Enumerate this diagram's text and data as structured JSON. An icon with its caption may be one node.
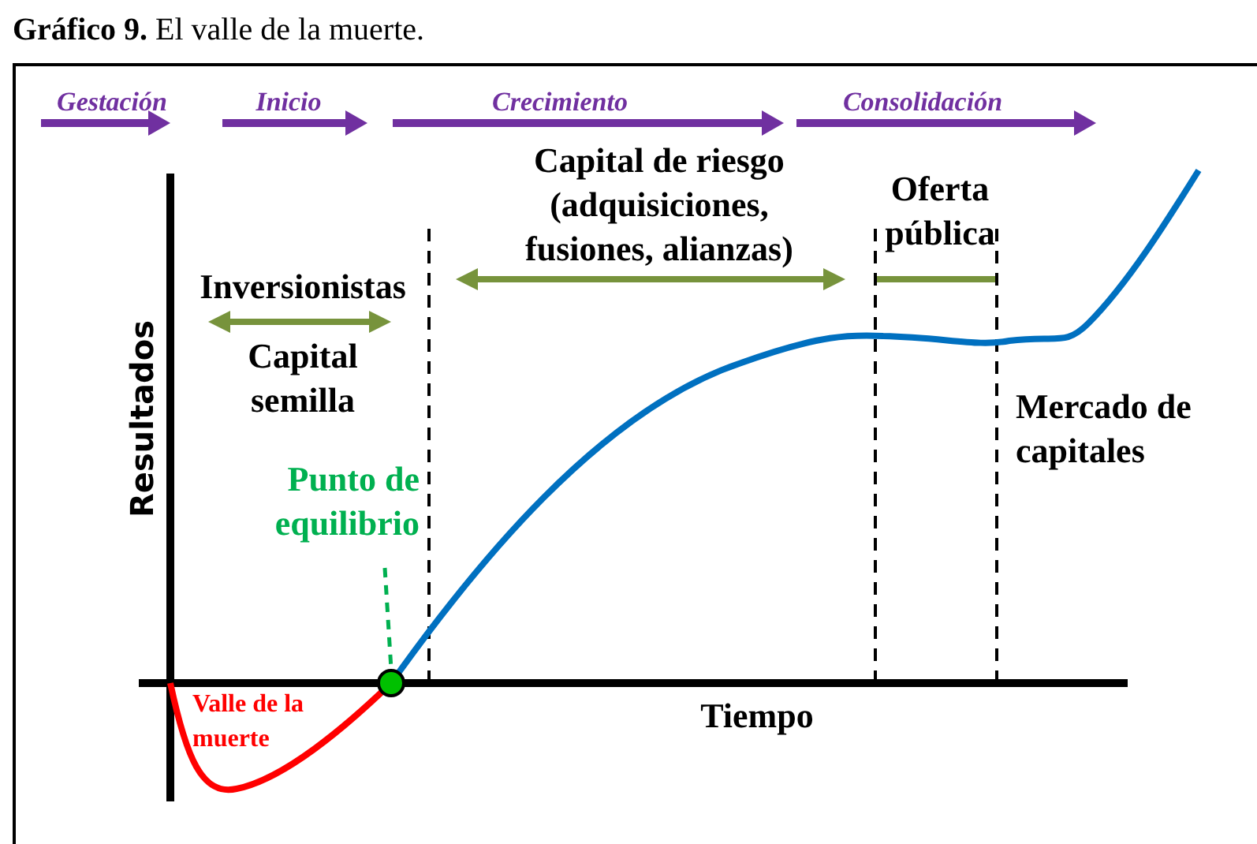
{
  "diagram": {
    "title": "**Gráfico 9.** El valle de la muerte.",
    "nodes": [
      {
        "text": [
          "Punto de equilibrio"
        ]
      },
      {
        "text": [],
        "shape": "circle"
      }
    ],
    "edges": [
      {
        "from": 0,
        "to": 1,
        "arrow": "none",
        "style": "dashed",
        "color": "#00b050"
      }
    ],
    "labels": [
      "Gestación",
      "Inicio",
      "Crecimiento",
      "Consolidación",
      "Capital de riesgo (adquisiciones, fusiones, alianzas)",
      "Oferta pública",
      "Inversionistas",
      "Capital semilla",
      "Mercado de capitales",
      "Resultados",
      "Valle de la muerte",
      "Tiempo"
    ]
  }
}
